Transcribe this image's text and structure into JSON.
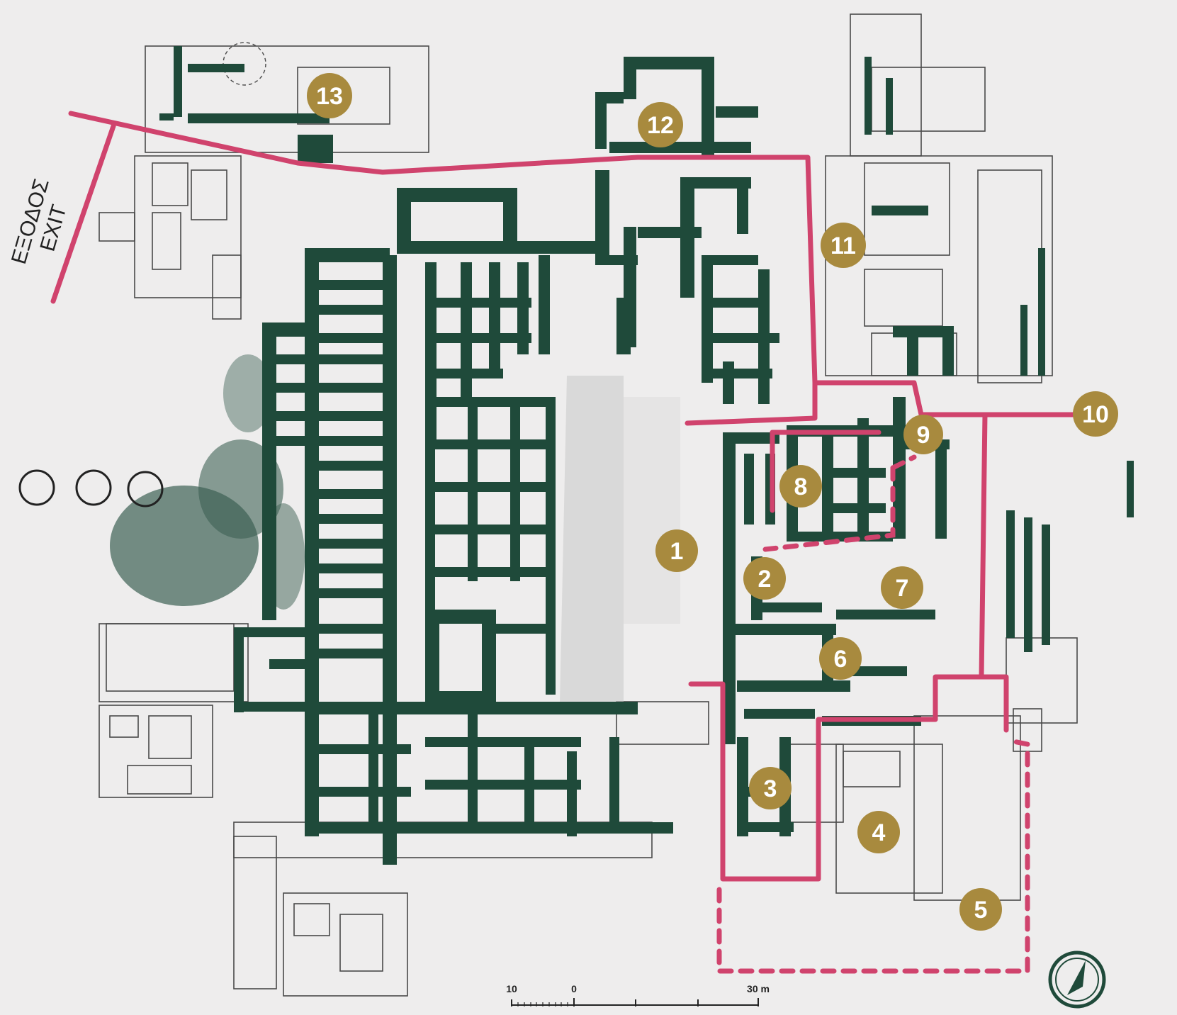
{
  "exit_label": {
    "greek": "ΕΞΟΔΟΣ",
    "english": "EXIT"
  },
  "markers": [
    {
      "label": "1"
    },
    {
      "label": "2"
    },
    {
      "label": "3"
    },
    {
      "label": "4"
    },
    {
      "label": "5"
    },
    {
      "label": "6"
    },
    {
      "label": "7"
    },
    {
      "label": "8"
    },
    {
      "label": "9"
    },
    {
      "label": "10"
    },
    {
      "label": "11"
    },
    {
      "label": "12"
    },
    {
      "label": "13"
    }
  ],
  "scale_bar": {
    "left_label": "10",
    "zero_label": "0",
    "right_label": "30 m"
  },
  "north_arrow": {
    "icon": "north-arrow-icon"
  },
  "colors": {
    "walls": "#1f4a3a",
    "route": "#d0436d",
    "marker": "#a88a3e",
    "background": "#eeeded"
  }
}
